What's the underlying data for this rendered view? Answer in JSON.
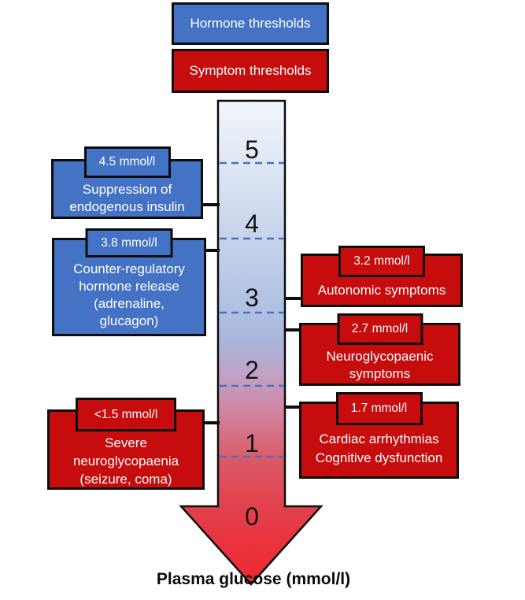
{
  "legend": {
    "hormone_label": "Hormone thresholds",
    "symptom_label": "Symptom thresholds"
  },
  "axis": {
    "tick_labels": [
      "5",
      "4",
      "3",
      "2",
      "1",
      "0"
    ],
    "caption": "Plasma glucose (mmol/l)"
  },
  "hormone_thresholds": [
    {
      "value": "4.5 mmol/l",
      "lines": [
        "Suppression of",
        "endogenous insulin"
      ]
    },
    {
      "value": "3.8 mmol/l",
      "lines": [
        "Counter-regulatory",
        "hormone release",
        "(adrenaline,",
        "glucagon)"
      ]
    }
  ],
  "symptom_thresholds": [
    {
      "value": "3.2 mmol/l",
      "lines": [
        "Autonomic symptoms"
      ]
    },
    {
      "value": "2.7 mmol/l",
      "lines": [
        "Neuroglycopaenic",
        "symptoms"
      ]
    },
    {
      "value": "1.7 mmol/l",
      "lines": [
        "Cardiac arrhythmias",
        "Cognitive dysfunction"
      ]
    },
    {
      "value": "<1.5 mmol/l",
      "lines": [
        "Severe",
        "neuroglycopaenia",
        "(seizure, coma)"
      ]
    }
  ],
  "colors": {
    "hormone_blue": "#4472c4",
    "symptom_red": "#c60c0d",
    "gridline_blue": "#4472c4",
    "outline_black": "#0d0d0d"
  }
}
